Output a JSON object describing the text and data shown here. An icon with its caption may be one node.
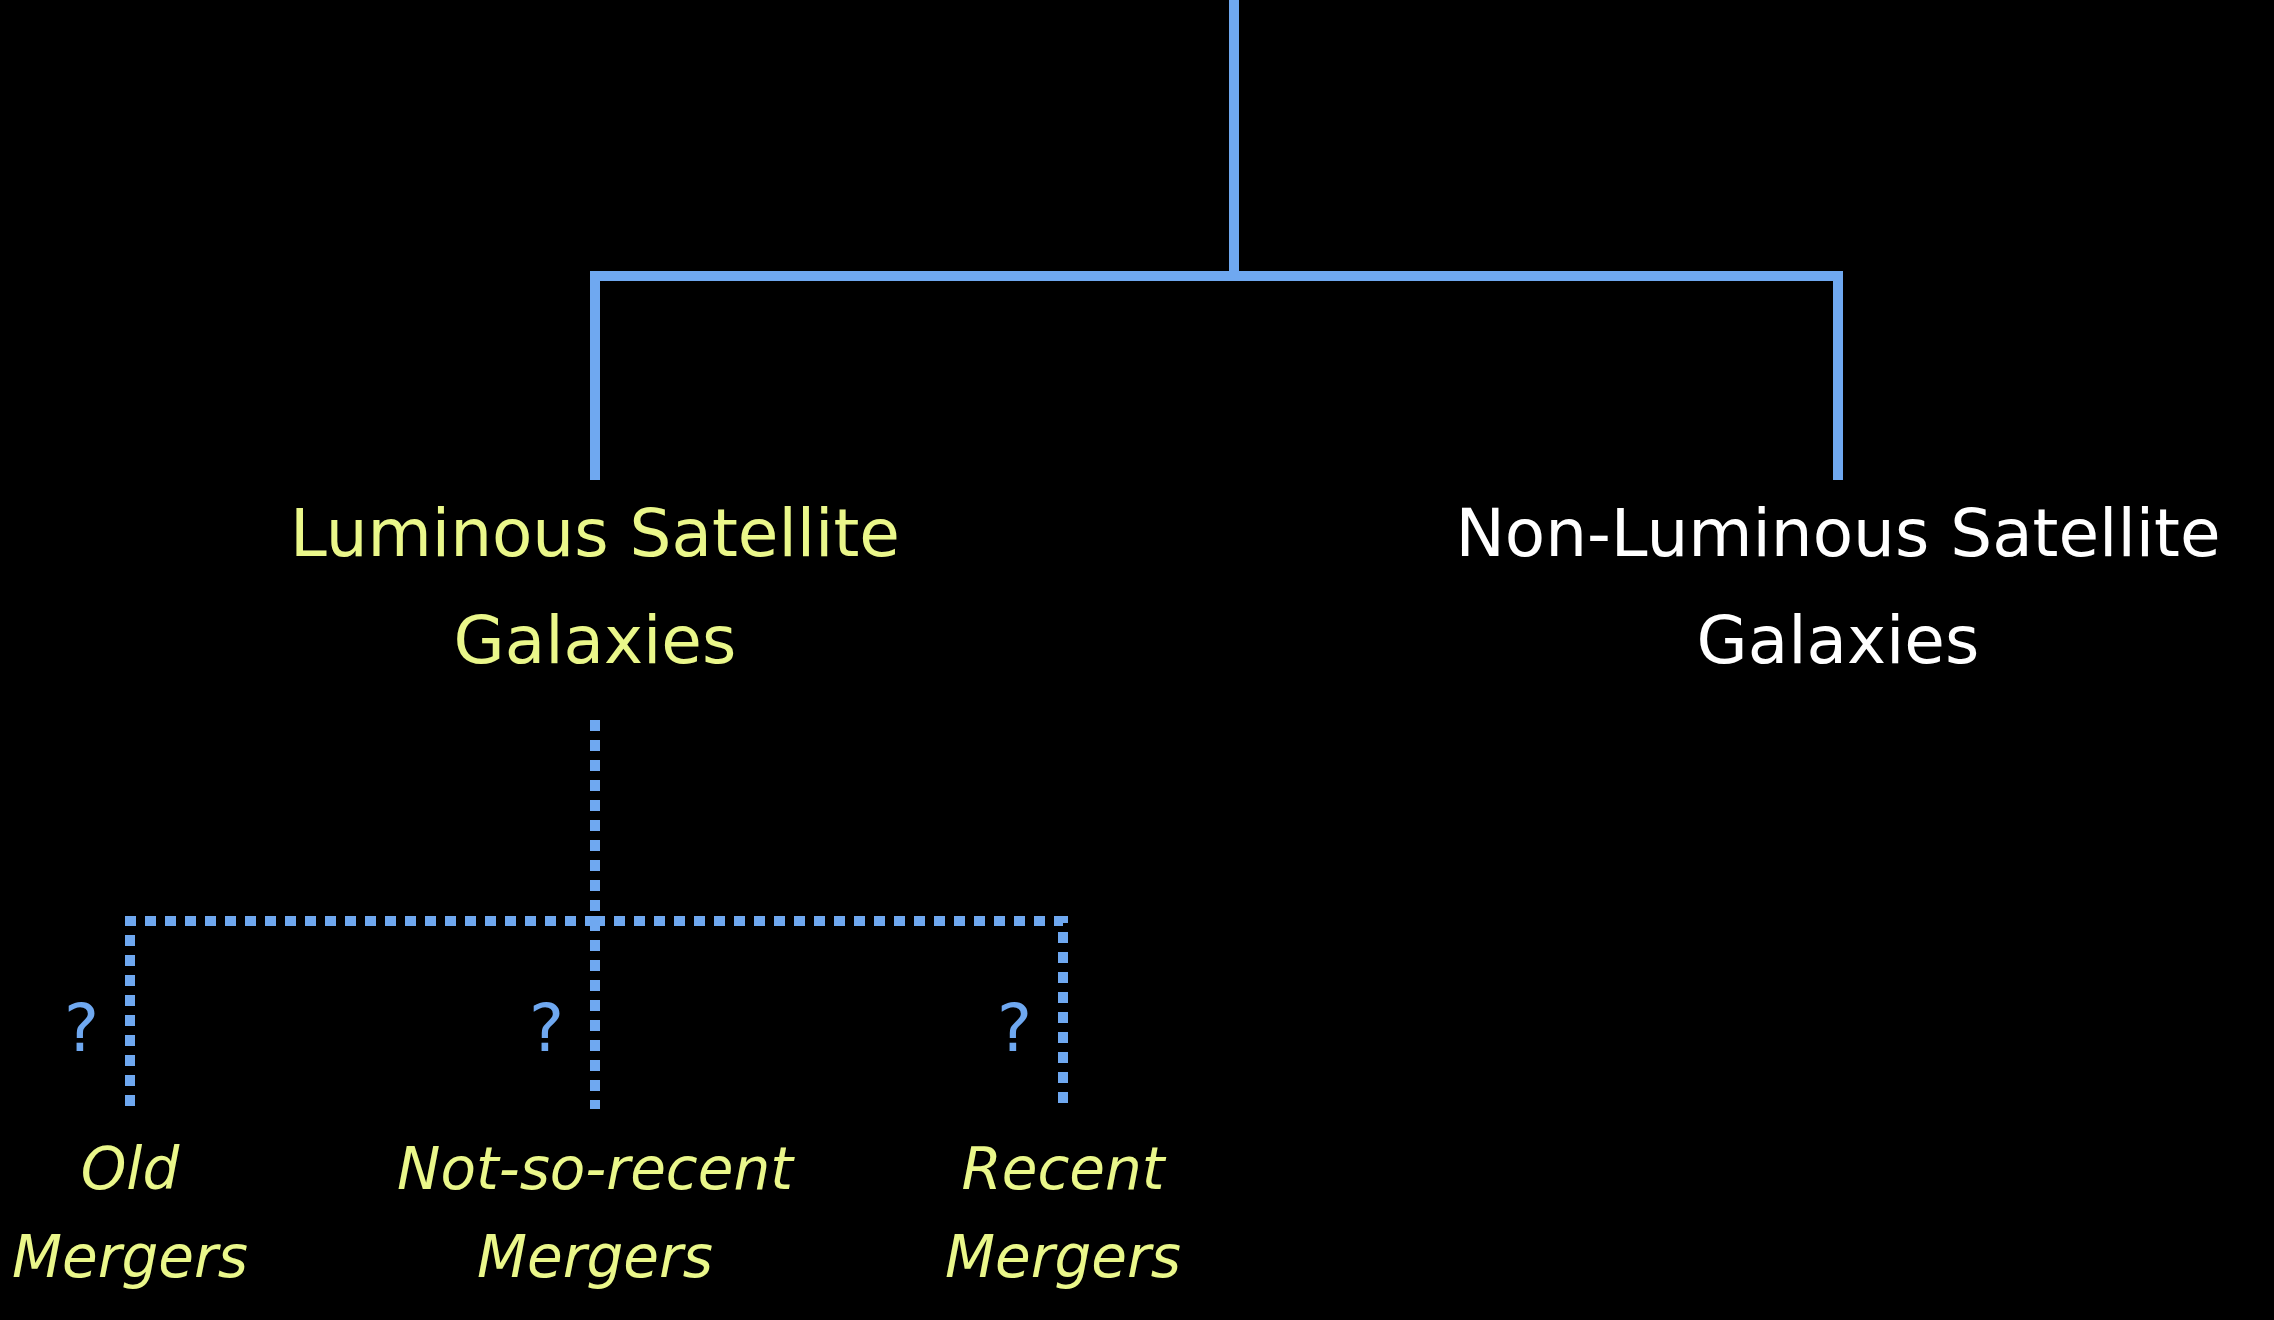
{
  "diagram": {
    "nodes": [
      {
        "text": [
          "Luminous Satellite Galaxies"
        ]
      },
      {
        "text": [
          "Non-Luminous Satellite Galaxies"
        ]
      },
      {
        "text": [
          "Old Mergers"
        ]
      },
      {
        "text": [
          "Not-so-recent Mergers"
        ]
      },
      {
        "text": [
          "Recent Mergers"
        ]
      }
    ],
    "edges": [
      {
        "from": null,
        "to": 0,
        "arrow": "none"
      },
      {
        "from": null,
        "to": 1,
        "arrow": "none"
      },
      {
        "from": 0,
        "to": 2,
        "arrow": "none",
        "style": "dashed",
        "label": "?"
      },
      {
        "from": 0,
        "to": 3,
        "arrow": "none",
        "style": "dashed",
        "label": "?"
      },
      {
        "from": 0,
        "to": 4,
        "arrow": "none",
        "style": "dashed",
        "label": "?"
      }
    ]
  }
}
